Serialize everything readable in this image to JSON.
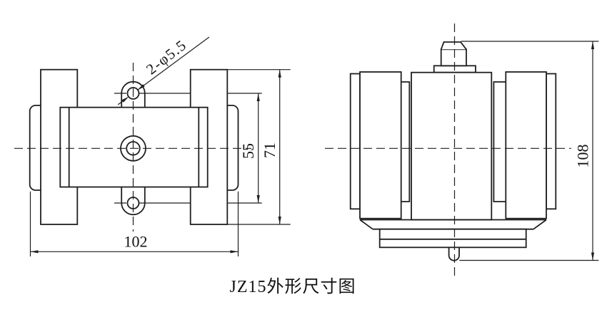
{
  "colors": {
    "background": "#ffffff",
    "line": "#1f1f1f"
  },
  "caption": "JZ15外形尺寸图",
  "front_view": {
    "hole_callout": "2-φ5.5",
    "dim_hole_spacing": "55",
    "dim_height": "71",
    "dim_width": "102"
  },
  "side_view": {
    "dim_height": "108"
  }
}
